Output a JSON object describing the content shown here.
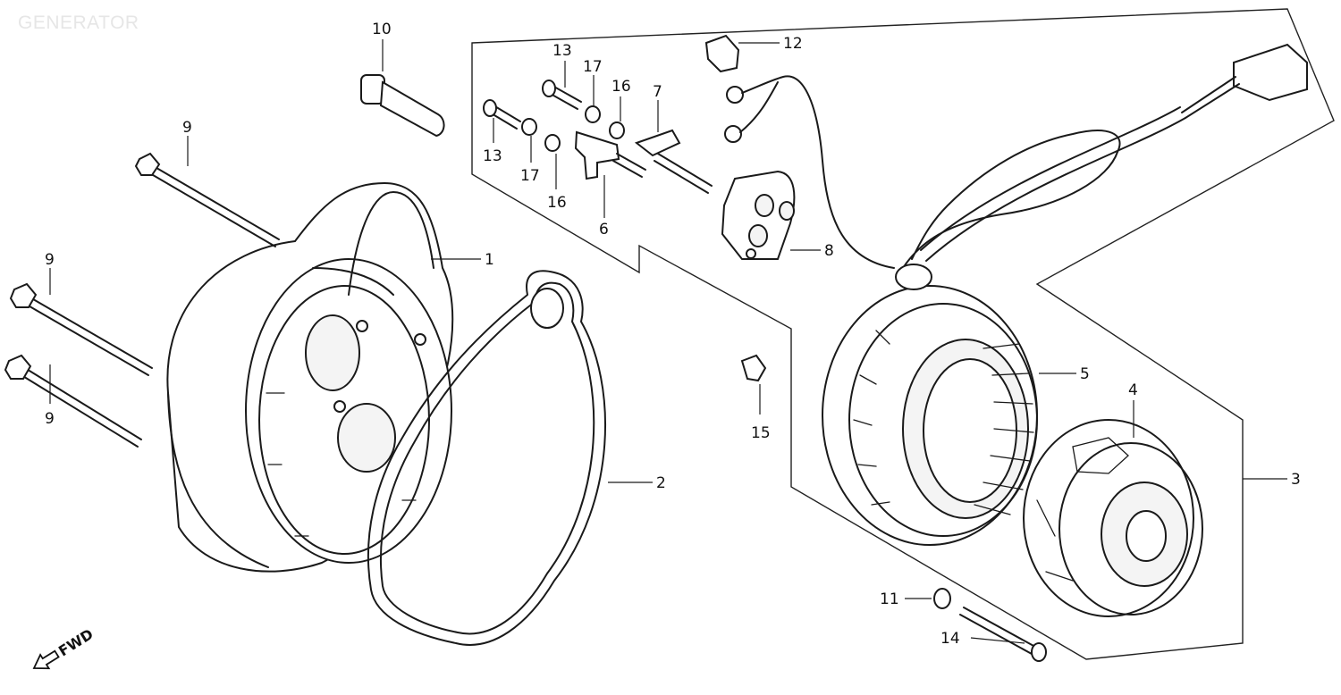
{
  "title": "GENERATOR",
  "fwd_label": "FWD",
  "callouts": [
    {
      "id": "c1",
      "text": "1"
    },
    {
      "id": "c2",
      "text": "2"
    },
    {
      "id": "c3",
      "text": "3"
    },
    {
      "id": "c4",
      "text": "4"
    },
    {
      "id": "c5",
      "text": "5"
    },
    {
      "id": "c6",
      "text": "6"
    },
    {
      "id": "c7",
      "text": "7"
    },
    {
      "id": "c8",
      "text": "8"
    },
    {
      "id": "c9a",
      "text": "9"
    },
    {
      "id": "c9b",
      "text": "9"
    },
    {
      "id": "c9c",
      "text": "9"
    },
    {
      "id": "c10",
      "text": "10"
    },
    {
      "id": "c11",
      "text": "11"
    },
    {
      "id": "c12",
      "text": "12"
    },
    {
      "id": "c13a",
      "text": "13"
    },
    {
      "id": "c13b",
      "text": "13"
    },
    {
      "id": "c14",
      "text": "14"
    },
    {
      "id": "c15",
      "text": "15"
    },
    {
      "id": "c16a",
      "text": "16"
    },
    {
      "id": "c16b",
      "text": "16"
    },
    {
      "id": "c17a",
      "text": "17"
    },
    {
      "id": "c17b",
      "text": "17"
    }
  ]
}
